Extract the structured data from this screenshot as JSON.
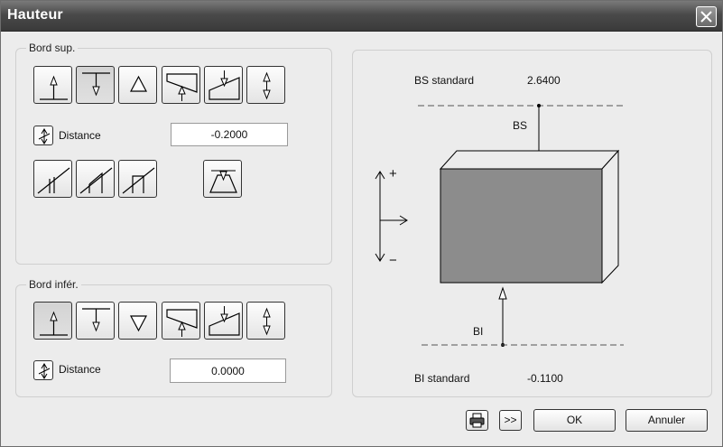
{
  "window": {
    "title": "Hauteur"
  },
  "top_group": {
    "legend": "Bord sup.",
    "distance_label": "Distance",
    "distance_value": "-0.2000"
  },
  "bottom_group": {
    "legend": "Bord infér.",
    "distance_label": "Distance",
    "distance_value": "0.0000"
  },
  "preview": {
    "bs_standard_label": "BS standard",
    "bs_standard_value": "2.6400",
    "bs_label": "BS",
    "bi_label": "BI",
    "bi_standard_label": "BI standard",
    "bi_standard_value": "-0.1100",
    "plus_sign": "+",
    "minus_sign": "−"
  },
  "footer": {
    "ok_label": "OK",
    "cancel_label": "Annuler",
    "more_label": ">>"
  },
  "icons": {
    "close": "close-icon",
    "print": "printer-icon",
    "distance": "vertical-distance-icon"
  },
  "colors": {
    "titlebar": "#4a4a4a",
    "box_front": "#8c8c8c",
    "dialog_bg": "#ececec"
  }
}
